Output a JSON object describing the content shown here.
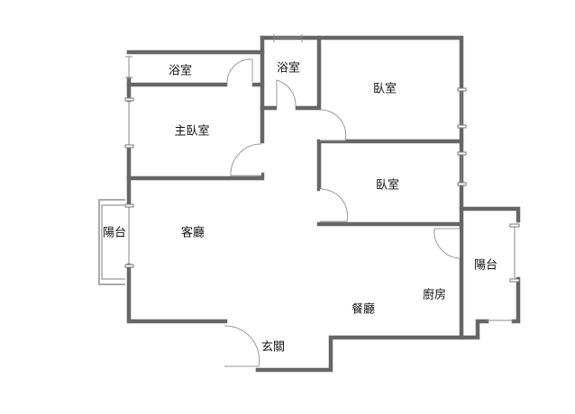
{
  "floorplan": {
    "rooms": {
      "master_bath": "浴室",
      "bath": "浴室",
      "bedroom1": "臥室",
      "master_bedroom": "主臥室",
      "bedroom2": "臥室",
      "west_balcony": "陽台",
      "living_room": "客廳",
      "east_balcony": "陽台",
      "kitchen": "廚房",
      "dining_room": "餐廳",
      "entrance": "玄關"
    },
    "wall_color": "#666666"
  }
}
